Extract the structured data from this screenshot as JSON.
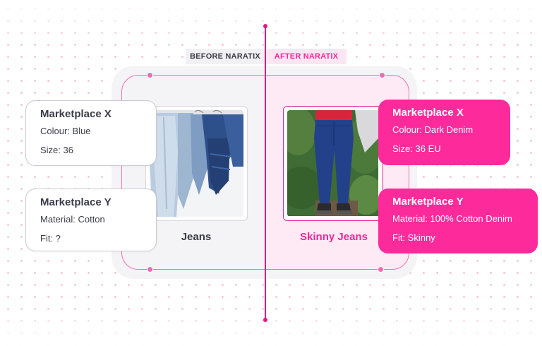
{
  "tabs": {
    "before": "BEFORE NARATIX",
    "after": "AFTER NARATIX"
  },
  "products": {
    "before": {
      "name": "Jeans",
      "image": "jeans-on-hangers"
    },
    "after": {
      "name": "Skinny Jeans",
      "image": "person-wearing-skinny-jeans"
    }
  },
  "cards": {
    "before_x": {
      "title": "Marketplace X",
      "lines": [
        "Colour: Blue",
        "Size: 36"
      ]
    },
    "before_y": {
      "title": "Marketplace Y",
      "lines": [
        "Material: Cotton",
        "Fit: ?"
      ]
    },
    "after_x": {
      "title": "Marketplace X",
      "lines": [
        "Colour: Dark Denim",
        "Size: 36 EU"
      ]
    },
    "after_y": {
      "title": "Marketplace Y",
      "lines": [
        "Material: 100% Cotton Denim",
        "Fit: Skinny"
      ]
    }
  },
  "colors": {
    "accent": "#fd2a9c",
    "text_dark": "#3c3c4a",
    "dots": "#f4b4d2"
  }
}
